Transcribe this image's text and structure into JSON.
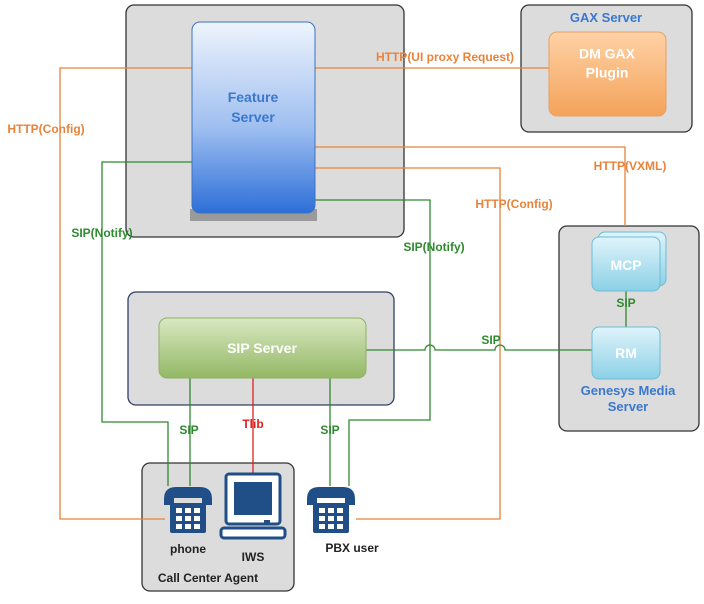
{
  "nodes": {
    "feature_server": "Feature\nServer",
    "gax_server": "GAX Server",
    "gax_plugin": "DM GAX\nPlugin",
    "sip_server": "SIP Server",
    "mcp": "MCP",
    "rm": "RM",
    "genesys_media_server": "Genesys Media\nServer",
    "phone": "phone",
    "iws": "IWS",
    "call_center_agent": "Call Center Agent",
    "pbx_user": "PBX user"
  },
  "edges": {
    "http_ui_proxy": "HTTP(UI proxy Request)",
    "http_config_left": "HTTP(Config)",
    "http_vxml": "HTTP(VXML)",
    "http_config_right": "HTTP(Config)",
    "sip_notify_left": "SIP(Notify)",
    "sip_notify_right": "SIP(Notify)",
    "sip_mcp_rm": "SIP",
    "sip_to_rm": "SIP",
    "sip_phone": "SIP",
    "tlib": "Tlib",
    "sip_pbx": "SIP"
  },
  "colors": {
    "http": "#e8833a",
    "sip": "#2f8a2f",
    "tlib": "#e02020",
    "blue_text": "#3a78d0",
    "gray_box": "#dcdcdc",
    "phone_icon": "#1f4f86"
  }
}
